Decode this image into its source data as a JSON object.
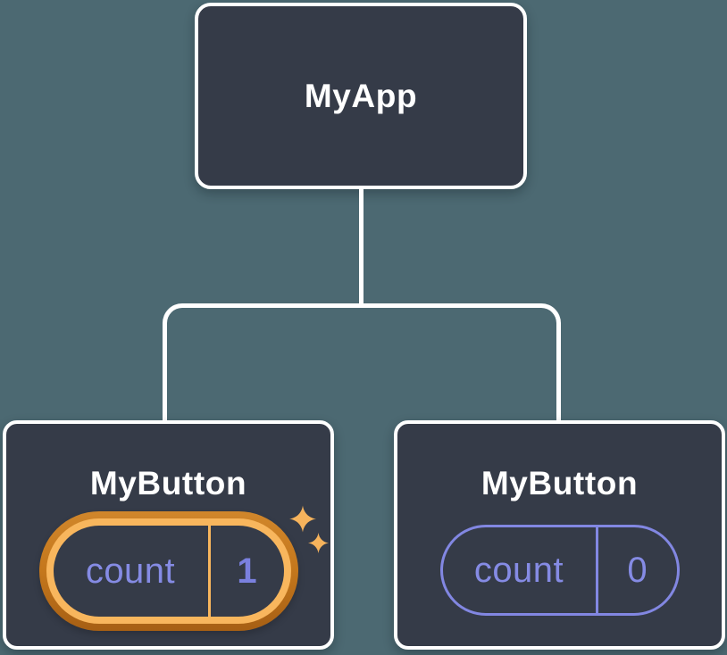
{
  "diagram": {
    "kind": "component-tree",
    "root": {
      "label": "MyApp"
    },
    "children": [
      {
        "label": "MyButton",
        "state": {
          "key": "count",
          "value": "1"
        },
        "highlighted": true,
        "icons": [
          "sparkle-large",
          "sparkle-small"
        ]
      },
      {
        "label": "MyButton",
        "state": {
          "key": "count",
          "value": "0"
        },
        "highlighted": false
      }
    ]
  },
  "colors": {
    "bg": "#4C6972",
    "card": "#353B48",
    "line": "#FFFFFF",
    "purple": "#858BE4",
    "purple_strong": "#7A80DF",
    "purple_border": "#8287E2",
    "orange_light": "#F8B65D",
    "orange_dark": "#C4771C"
  }
}
